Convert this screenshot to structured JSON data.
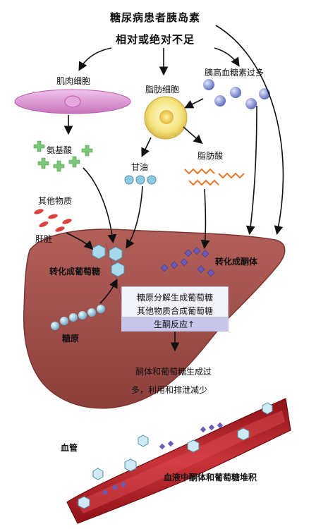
{
  "title": {
    "line1": "糖尿病患者胰岛素",
    "line2": "相对或绝对不足"
  },
  "labels": {
    "muscle_cell": "肌肉细胞",
    "fat_cell": "脂肪细胞",
    "glucagon_excess": "胰高血糖素过多",
    "amino_acid": "氨基酸",
    "glycerol": "甘油",
    "fatty_acid": "脂肪酸",
    "other_substances": "其他物质",
    "liver": "肝脏",
    "to_glucose": "转化成葡萄糖",
    "to_ketone": "转化成酮体",
    "glycogen": "糖原",
    "blood_vessel": "血管",
    "blood_accum": "血液中酮体和葡萄糖堆积"
  },
  "process_box": {
    "line1": "糖原分解生成葡萄糖",
    "line2": "其他物质合成葡萄糖",
    "line3": "生酮反应↑"
  },
  "outcome": {
    "line1": "酮体和葡萄糖生成过",
    "line2": "多，利用和排泄减少"
  },
  "colors": {
    "liver": "#a14f4a",
    "glucose": "#8fc9e0",
    "ketone": "#6a5bb8",
    "vessel": "#b6222a",
    "muscle": "#d98fd0",
    "fat": "#f3e37a",
    "glucagon": "#6f7ec9",
    "amino": "#7cc67a",
    "fatty_acid": "#e8762a",
    "other": "#d9443d"
  }
}
